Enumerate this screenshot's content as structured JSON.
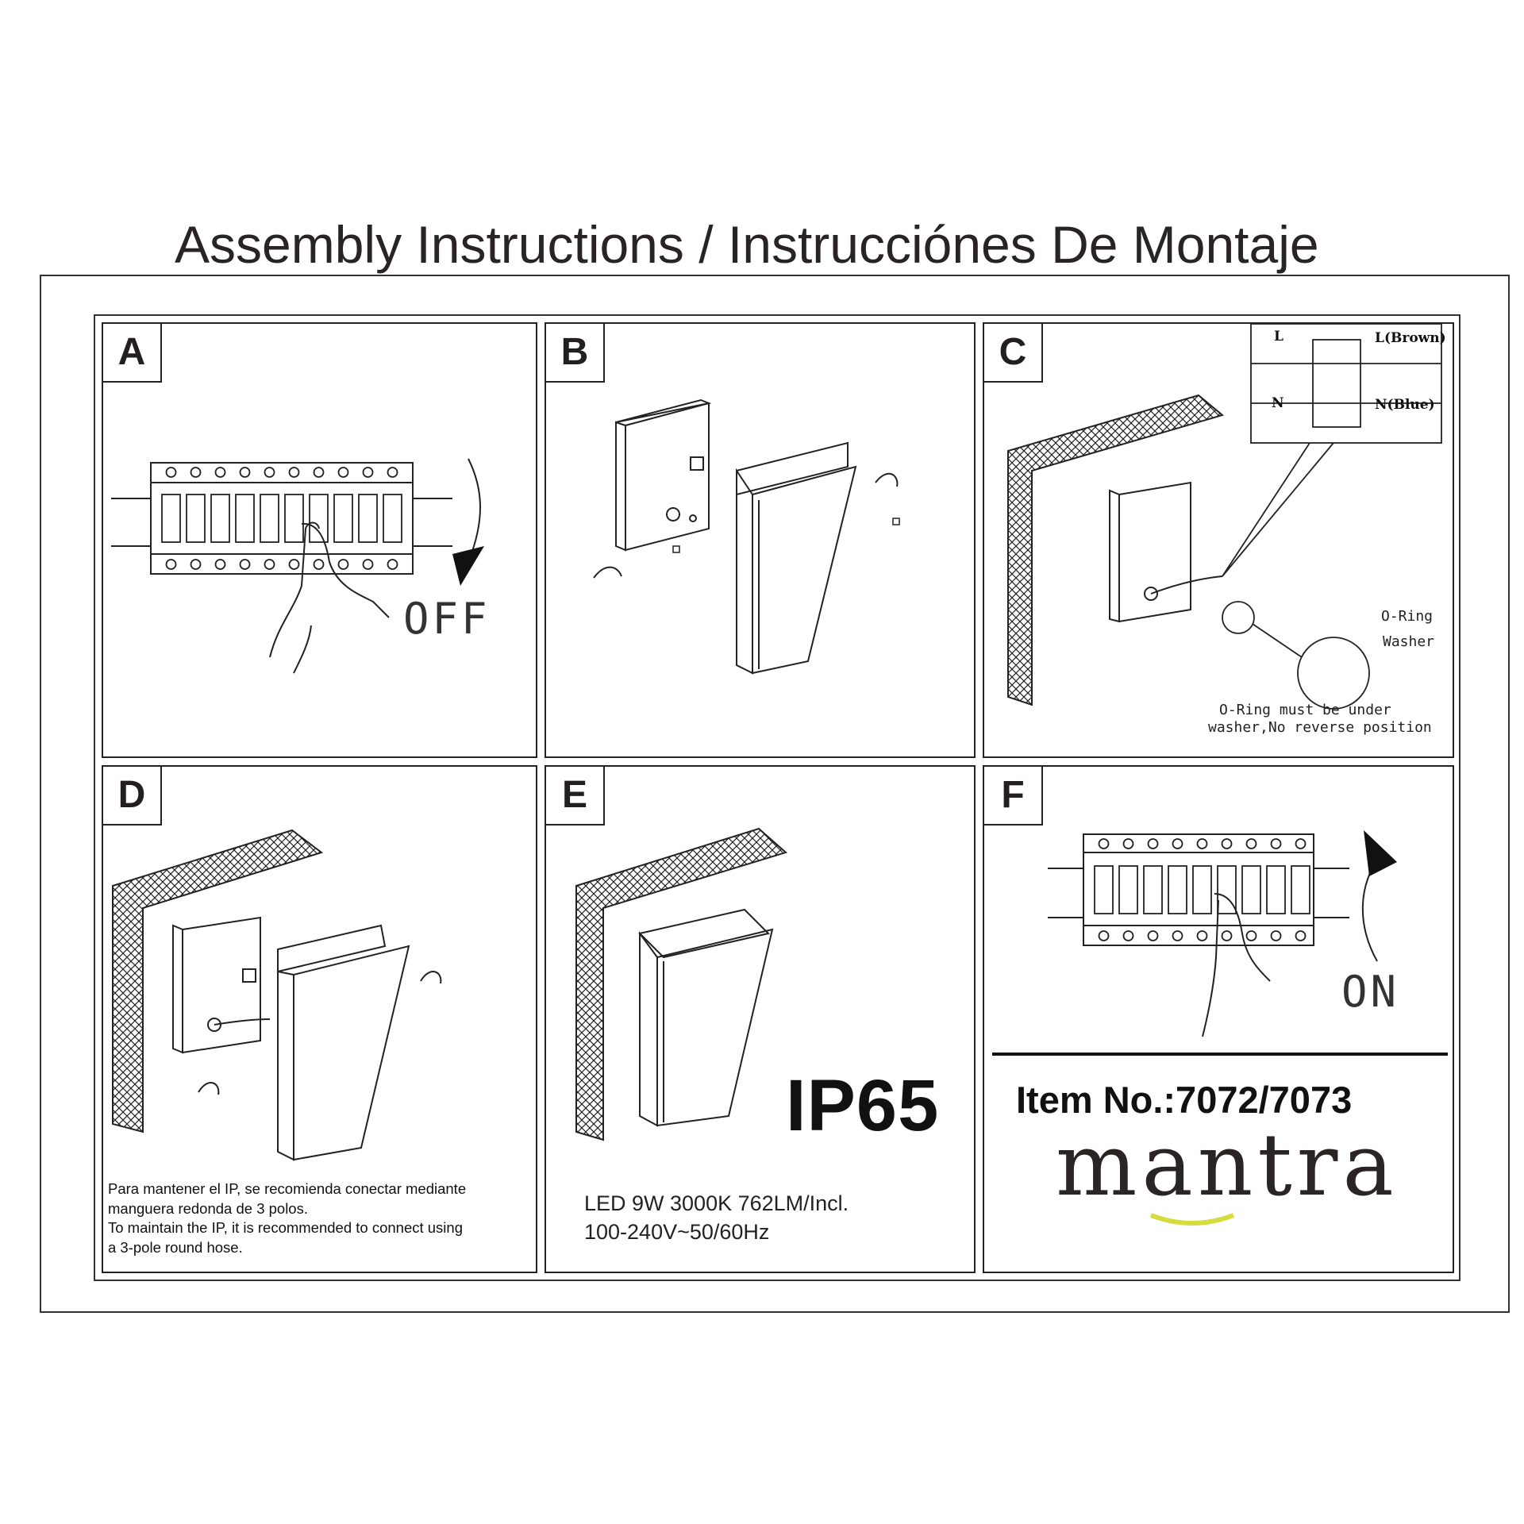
{
  "title": "Assembly Instructions / Instrucciónes De Montaje",
  "panels": {
    "a": {
      "label": "A",
      "switch_text": "OFF"
    },
    "b": {
      "label": "B"
    },
    "c": {
      "label": "C",
      "term_l": "L",
      "term_n": "N",
      "term_l_brown": "L(Brown)",
      "term_n_blue": "N(Blue)",
      "oring": "O-Ring",
      "washer": "Washer",
      "note_line1": "O-Ring must be under",
      "note_line2": "washer,No reverse position"
    },
    "d": {
      "label": "D",
      "note_es_1": "Para mantener el IP, se recomienda conectar mediante",
      "note_es_2": "manguera redonda de 3 polos.",
      "note_en_1": "To maintain the IP, it is recommended to connect using",
      "note_en_2": "a 3-pole round hose."
    },
    "e": {
      "label": "E",
      "ip_rating": "IP65",
      "spec_line1": "LED 9W 3000K 762LM/Incl.",
      "spec_line2": "100-240V~50/60Hz"
    },
    "f": {
      "label": "F",
      "switch_text": "ON",
      "item_no": "Item No.:7072/7073",
      "brand": "mantra"
    }
  },
  "colors": {
    "ink": "#231f20",
    "brand_smile": "#d6dc3c"
  }
}
